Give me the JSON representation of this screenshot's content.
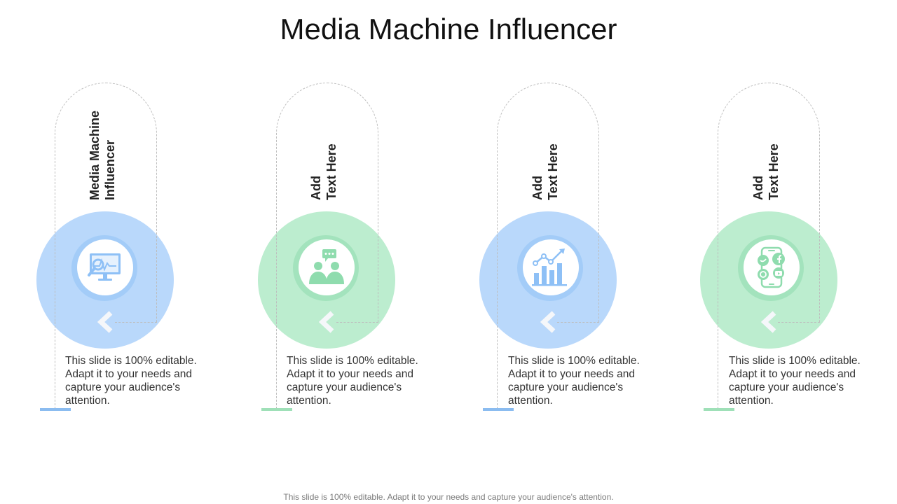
{
  "title": "Media Machine Influencer",
  "footer": "This slide is 100% editable. Adapt it to your needs and capture your audience's attention.",
  "colors": {
    "blue_circle": "#b9d8fb",
    "green_circle": "#bcedcf",
    "blue_ring": "#a3ccf8",
    "green_ring": "#a3e3bd",
    "blue_icon": "#8ec0f6",
    "green_icon": "#8fdcae",
    "blue_accent": "#8bbcf0",
    "green_accent": "#9fe0b8",
    "chevron": "#f5f7fa",
    "dash": "#bdbdbd"
  },
  "cards": [
    {
      "label_line1": "Media Machine",
      "label_line2": "Influencer",
      "icon": "monitor-analytics-icon",
      "theme": "blue",
      "description": "This slide is 100% editable. Adapt it to your needs and capture your audience's attention."
    },
    {
      "label_line1": "Add",
      "label_line2": "Text Here",
      "icon": "discussion-people-icon",
      "theme": "green",
      "description": "This slide is 100% editable. Adapt it to your needs and capture your audience's attention."
    },
    {
      "label_line1": "Add",
      "label_line2": "Text Here",
      "icon": "growth-bar-chart-icon",
      "theme": "blue",
      "description": "This slide is 100% editable. Adapt it to your needs and capture your audience's attention."
    },
    {
      "label_line1": "Add",
      "label_line2": "Text Here",
      "icon": "social-media-phone-icon",
      "theme": "green",
      "description": "This slide is 100% editable. Adapt it to your needs and capture your audience's attention."
    }
  ]
}
